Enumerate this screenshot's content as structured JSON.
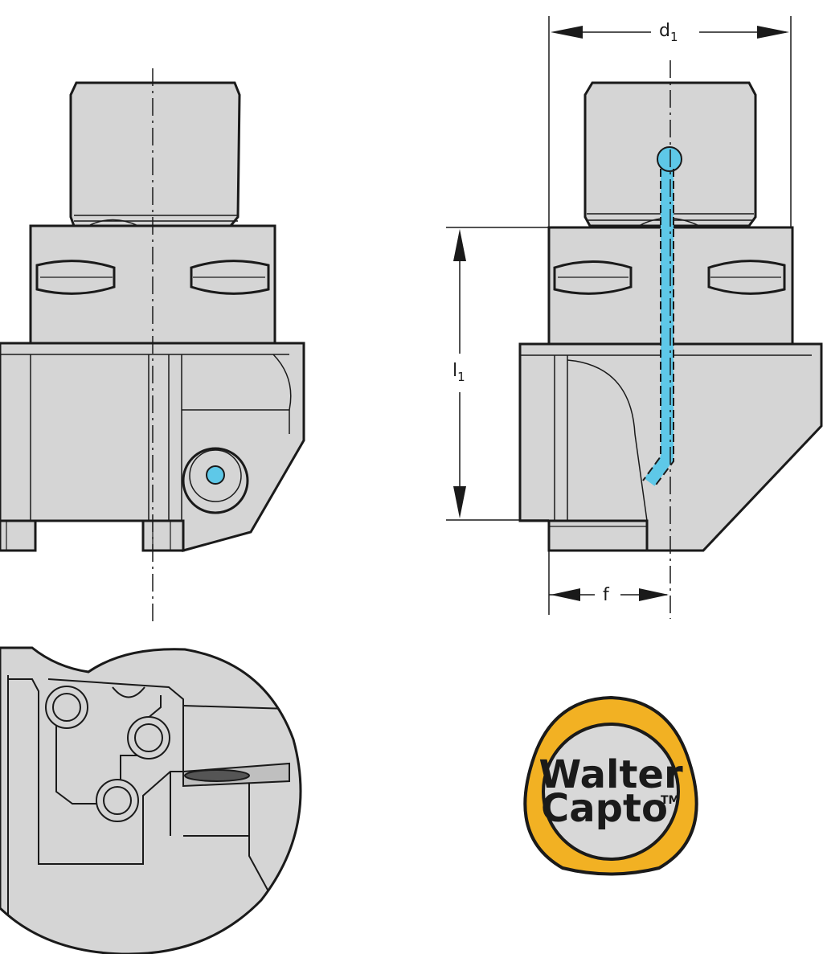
{
  "colors": {
    "part_fill": "#d5d5d5",
    "outline": "#1a1a1a",
    "coolant": "#5ec8e8",
    "logo_ring": "#f2b123",
    "logo_inner": "#d8d8d8"
  },
  "dimensions": {
    "d1": {
      "main": "d",
      "sub": "1"
    },
    "l1": {
      "main": "l",
      "sub": "1"
    },
    "f": {
      "main": "f"
    }
  },
  "logo": {
    "line1": "Walter",
    "line2": "Capto",
    "trademark": "TM"
  }
}
